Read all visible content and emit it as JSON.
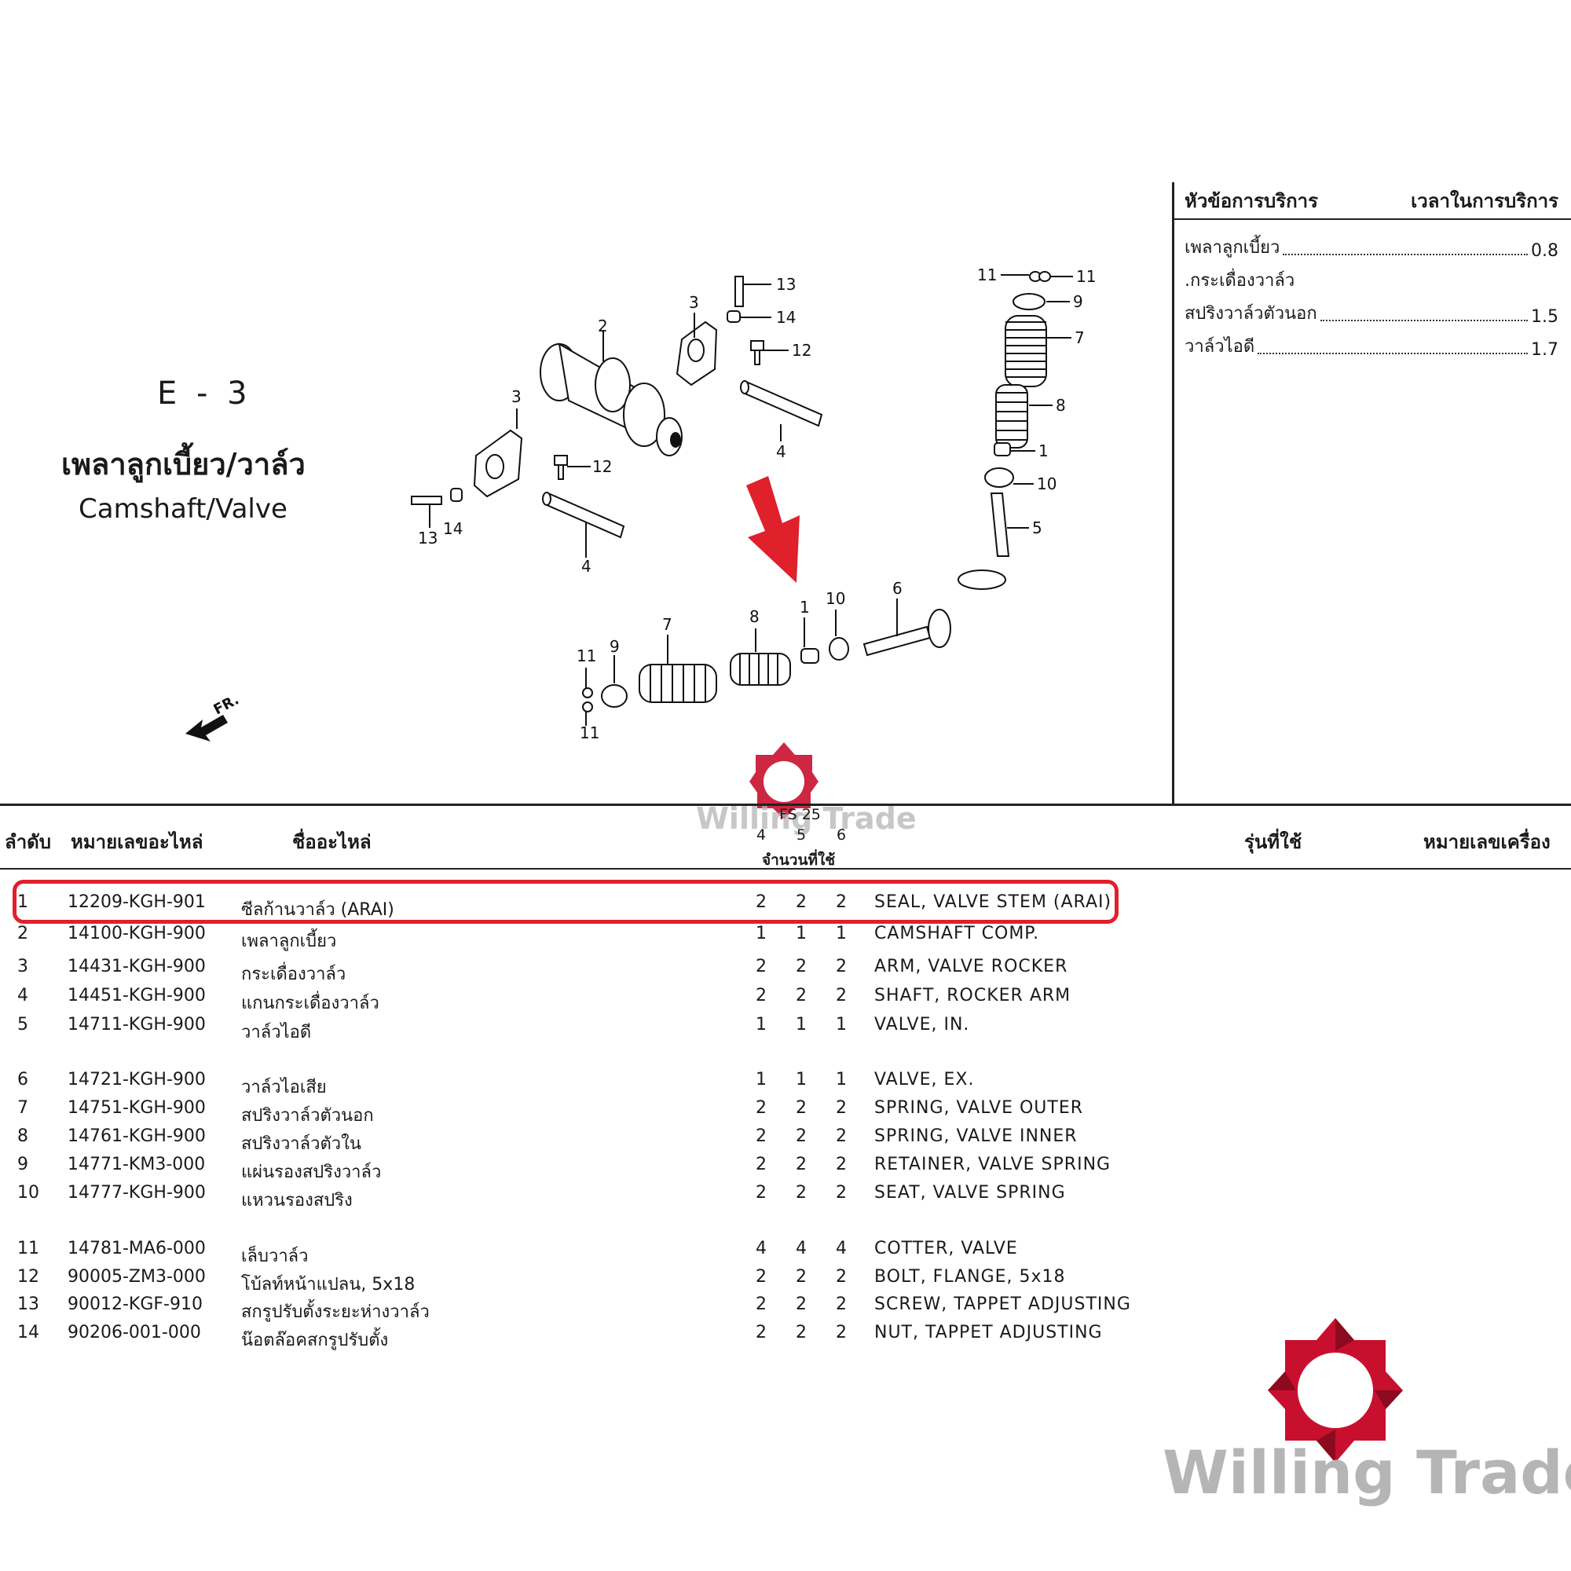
{
  "section": {
    "code": "E - 3",
    "title_th": "เพลาลูกเบี้ยว/วาล์ว",
    "title_en": "Camshaft/Valve"
  },
  "diagram": {
    "front_label": "FR.",
    "callouts": [
      "1",
      "2",
      "3",
      "4",
      "5",
      "6",
      "7",
      "8",
      "9",
      "10",
      "11",
      "12",
      "13",
      "14"
    ],
    "arrow_color": "#e0202a"
  },
  "service": {
    "header_topic": "หัวข้อการบริการ",
    "header_time": "เวลาในการบริการ",
    "items": [
      {
        "name": "เพลาลูกเบี้ยว",
        "time": "0.8"
      },
      {
        "name": ".กระเดื่องวาล์ว",
        "time": ""
      },
      {
        "name": "สปริงวาล์วตัวนอก",
        "time": "1.5"
      },
      {
        "name": "วาล์วไอดี",
        "time": "1.7"
      }
    ]
  },
  "table": {
    "headers": {
      "no": "ลำดับ",
      "part_no": "หมายเลขอะไหล่",
      "part_name": "ชื่ออะไหล่",
      "model_code": "FS 25",
      "model_cols": [
        "4",
        "5",
        "6"
      ],
      "qty": "จำนวนที่ใช้",
      "model": "รุ่นที่ใช้",
      "engine_no": "หมายเลขเครื่อง"
    },
    "rows": [
      {
        "no": "1",
        "part": "12209-KGH-901",
        "th": "ซีลก้านวาล์ว (ARAI)",
        "q4": "2",
        "q5": "2",
        "q6": "2",
        "en": "SEAL, VALVE STEM (ARAI)"
      },
      {
        "no": "2",
        "part": "14100-KGH-900",
        "th": "เพลาลูกเบี้ยว",
        "q4": "1",
        "q5": "1",
        "q6": "1",
        "en": "CAMSHAFT COMP."
      },
      {
        "no": "3",
        "part": "14431-KGH-900",
        "th": "กระเดื่องวาล์ว",
        "q4": "2",
        "q5": "2",
        "q6": "2",
        "en": "ARM, VALVE ROCKER"
      },
      {
        "no": "4",
        "part": "14451-KGH-900",
        "th": "แกนกระเดื่องวาล์ว",
        "q4": "2",
        "q5": "2",
        "q6": "2",
        "en": "SHAFT, ROCKER ARM"
      },
      {
        "no": "5",
        "part": "14711-KGH-900",
        "th": "วาล์วไอดี",
        "q4": "1",
        "q5": "1",
        "q6": "1",
        "en": "VALVE, IN."
      },
      {
        "no": "6",
        "part": "14721-KGH-900",
        "th": "วาล์วไอเสีย",
        "q4": "1",
        "q5": "1",
        "q6": "1",
        "en": "VALVE, EX."
      },
      {
        "no": "7",
        "part": "14751-KGH-900",
        "th": "สปริงวาล์วตัวนอก",
        "q4": "2",
        "q5": "2",
        "q6": "2",
        "en": "SPRING, VALVE OUTER"
      },
      {
        "no": "8",
        "part": "14761-KGH-900",
        "th": "สปริงวาล์วตัวใน",
        "q4": "2",
        "q5": "2",
        "q6": "2",
        "en": "SPRING, VALVE INNER"
      },
      {
        "no": "9",
        "part": "14771-KM3-000",
        "th": "แผ่นรองสปริงวาล์ว",
        "q4": "2",
        "q5": "2",
        "q6": "2",
        "en": "RETAINER, VALVE SPRING"
      },
      {
        "no": "10",
        "part": "14777-KGH-900",
        "th": "แหวนรองสปริง",
        "q4": "2",
        "q5": "2",
        "q6": "2",
        "en": "SEAT, VALVE SPRING"
      },
      {
        "no": "11",
        "part": "14781-MA6-000",
        "th": "เล็บวาล์ว",
        "q4": "4",
        "q5": "4",
        "q6": "4",
        "en": "COTTER, VALVE"
      },
      {
        "no": "12",
        "part": "90005-ZM3-000",
        "th": "โบ้ลท์หน้าแปลน, 5x18",
        "q4": "2",
        "q5": "2",
        "q6": "2",
        "en": "BOLT, FLANGE, 5x18"
      },
      {
        "no": "13",
        "part": "90012-KGF-910",
        "th": "สกรูปรับตั้งระยะห่างวาล์ว",
        "q4": "2",
        "q5": "2",
        "q6": "2",
        "en": "SCREW, TAPPET ADJUSTING"
      },
      {
        "no": "14",
        "part": "90206-001-000",
        "th": "น๊อตล๊อคสกรูปรับตั้ง",
        "q4": "2",
        "q5": "2",
        "q6": "2",
        "en": "NUT, TAPPET ADJUSTING"
      }
    ]
  },
  "watermark": {
    "brand": "Willing Trade",
    "logo_color": "#c8102e"
  }
}
